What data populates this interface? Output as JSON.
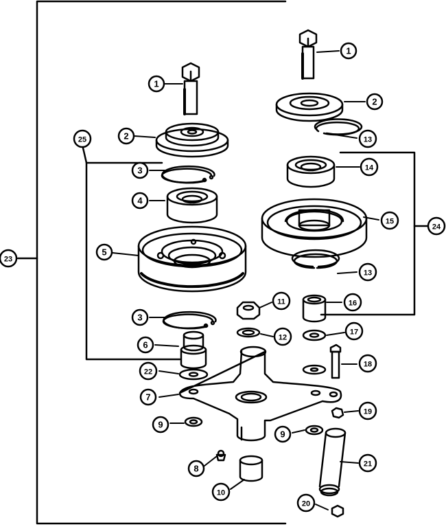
{
  "diagram": {
    "group_labels": {
      "outer_assembly": "23",
      "left_pulley_assembly": "25",
      "right_pulley_assembly": "24"
    },
    "callouts": [
      {
        "id": "left-bolt",
        "label": "1"
      },
      {
        "id": "left-cover",
        "label": "2"
      },
      {
        "id": "left-snap-ring-top",
        "label": "3"
      },
      {
        "id": "left-bearing",
        "label": "4"
      },
      {
        "id": "left-pulley",
        "label": "5"
      },
      {
        "id": "left-snap-ring-bottom",
        "label": "3"
      },
      {
        "id": "left-spacer",
        "label": "6"
      },
      {
        "id": "left-washer",
        "label": "22"
      },
      {
        "id": "idler-arm",
        "label": "7"
      },
      {
        "id": "left-nut",
        "label": "9"
      },
      {
        "id": "grease-fitting",
        "label": "8"
      },
      {
        "id": "bushing",
        "label": "10"
      },
      {
        "id": "center-nut",
        "label": "11"
      },
      {
        "id": "center-washer",
        "label": "12"
      },
      {
        "id": "right-bolt",
        "label": "1"
      },
      {
        "id": "right-cover",
        "label": "2"
      },
      {
        "id": "right-snap-ring-top",
        "label": "13"
      },
      {
        "id": "right-bearing",
        "label": "14"
      },
      {
        "id": "right-pulley",
        "label": "15"
      },
      {
        "id": "right-snap-ring-bottom",
        "label": "13"
      },
      {
        "id": "right-spacer",
        "label": "16"
      },
      {
        "id": "right-washer",
        "label": "17"
      },
      {
        "id": "small-bolt",
        "label": "18"
      },
      {
        "id": "right-small-nut",
        "label": "19"
      },
      {
        "id": "right-nut",
        "label": "9"
      },
      {
        "id": "pivot-tube",
        "label": "21"
      },
      {
        "id": "bottom-nut",
        "label": "20"
      }
    ]
  }
}
